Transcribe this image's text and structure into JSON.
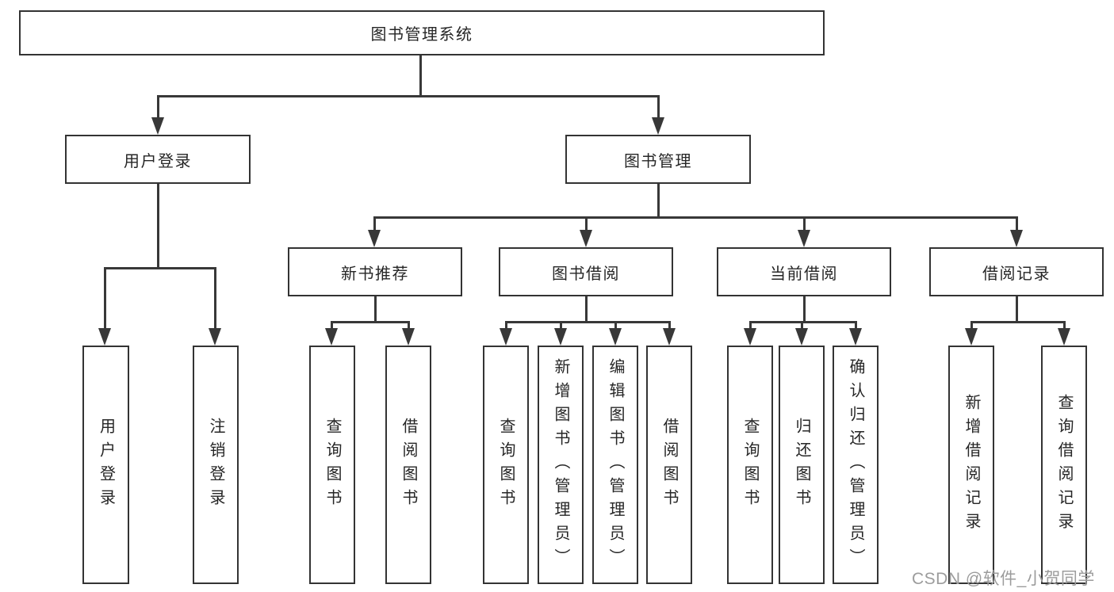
{
  "diagram": {
    "root": "图书管理系统",
    "l2": [
      "用户登录",
      "图书管理"
    ],
    "l3": [
      "新书推荐",
      "图书借阅",
      "当前借阅",
      "借阅记录"
    ],
    "l4_user": [
      "用户登录",
      "注销登录"
    ],
    "l4_newbook": [
      "查询图书",
      "借阅图书"
    ],
    "l4_borrow": [
      "查询图书",
      "新增图书（管理员）",
      "编辑图书（管理员）",
      "借阅图书"
    ],
    "l4_current": [
      "查询图书",
      "归还图书",
      "确认归还（管理员）"
    ],
    "l4_record": [
      "新增借阅记录",
      "查询借阅记录"
    ]
  },
  "watermark": "CSDN @软件_小贺同学",
  "colors": {
    "line": "#383838",
    "border": "#333333",
    "text": "#262626",
    "background": "#ffffff",
    "watermark": "#9c9c9c"
  }
}
